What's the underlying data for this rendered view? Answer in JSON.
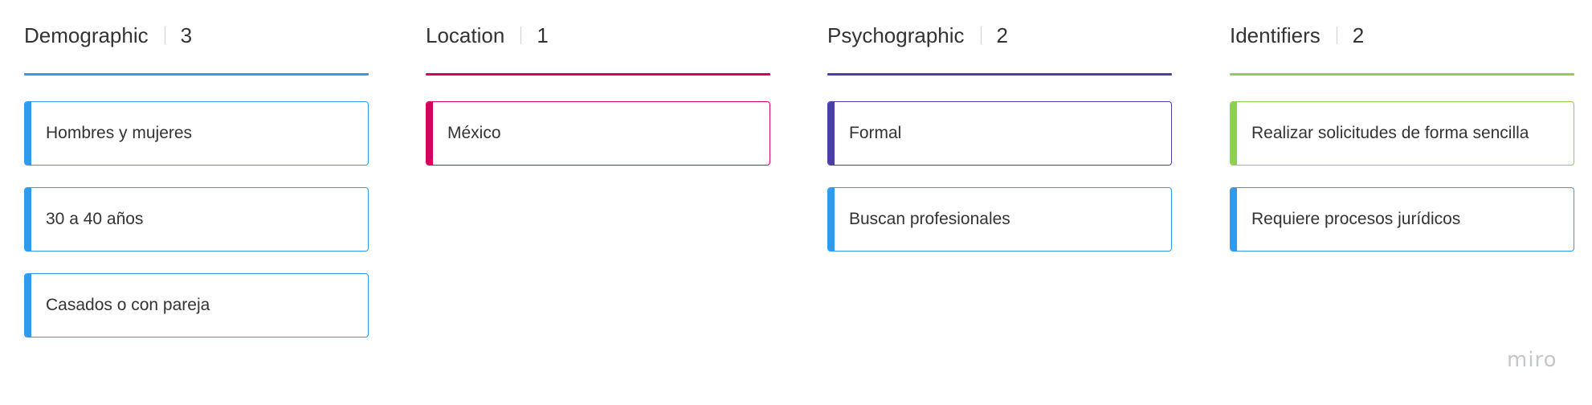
{
  "colors": {
    "demographic": "#2d9bf0",
    "location": "#d6005f",
    "psychographic": "#4a3fa8",
    "identifiers": "#8fd14f",
    "blue_card": "#2d9bf0"
  },
  "columns": [
    {
      "title": "Demographic",
      "count": "3",
      "cards": [
        {
          "text": "Hombres y mujeres"
        },
        {
          "text": "30 a 40 años"
        },
        {
          "text": "Casados o con pareja"
        }
      ]
    },
    {
      "title": "Location",
      "count": "1",
      "cards": [
        {
          "text": "México"
        }
      ]
    },
    {
      "title": "Psychographic",
      "count": "2",
      "cards": [
        {
          "text": "Formal"
        },
        {
          "text": "Buscan profesionales"
        }
      ]
    },
    {
      "title": "Identifiers",
      "count": "2",
      "cards": [
        {
          "text": "Realizar solicitudes de forma sencilla"
        },
        {
          "text": "Requiere procesos jurídicos"
        }
      ]
    }
  ],
  "logo": {
    "text": "miro"
  }
}
